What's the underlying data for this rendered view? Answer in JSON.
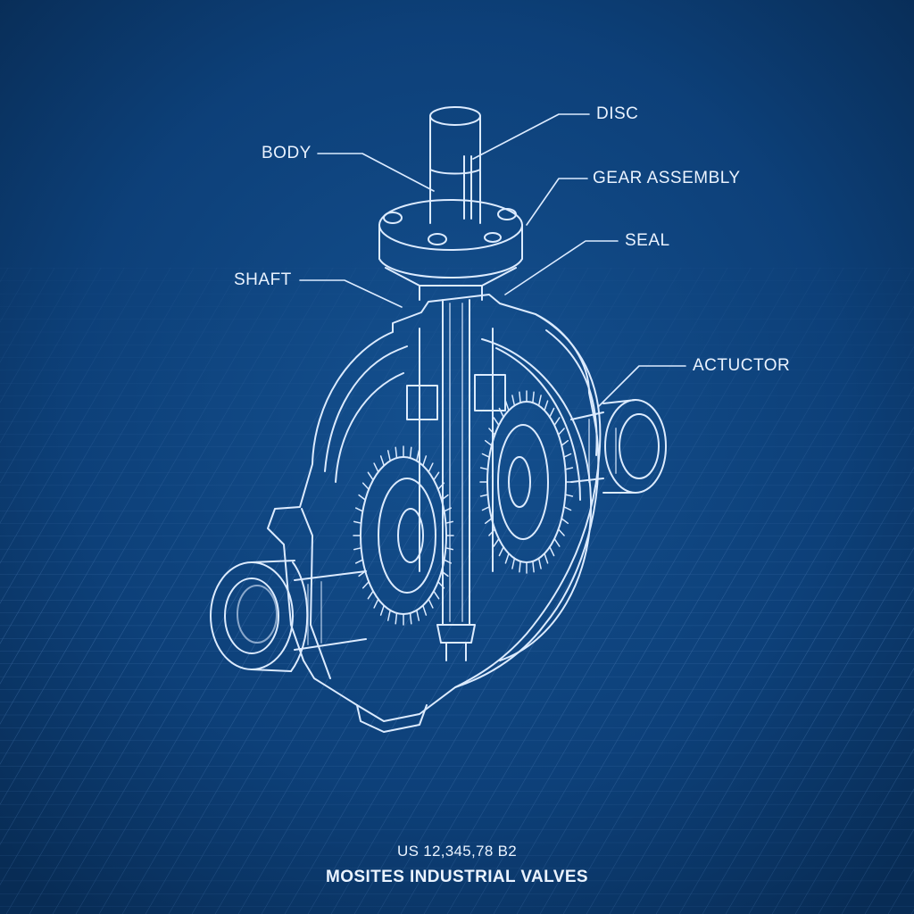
{
  "labels": {
    "disc": "DISC",
    "body": "BODY",
    "gear_assembly": "GEAR ASSEMBLY",
    "seal": "SEAL",
    "shaft": "SHAFT",
    "actuator": "ACTUCTOR"
  },
  "footer": {
    "patent": "US 12,345,78 B2",
    "company": "MOSITES INDUSTRIAL VALVES"
  },
  "colors": {
    "background": "#0b3a6e",
    "line": "#dcebff",
    "grid": "#3f6fa8"
  }
}
